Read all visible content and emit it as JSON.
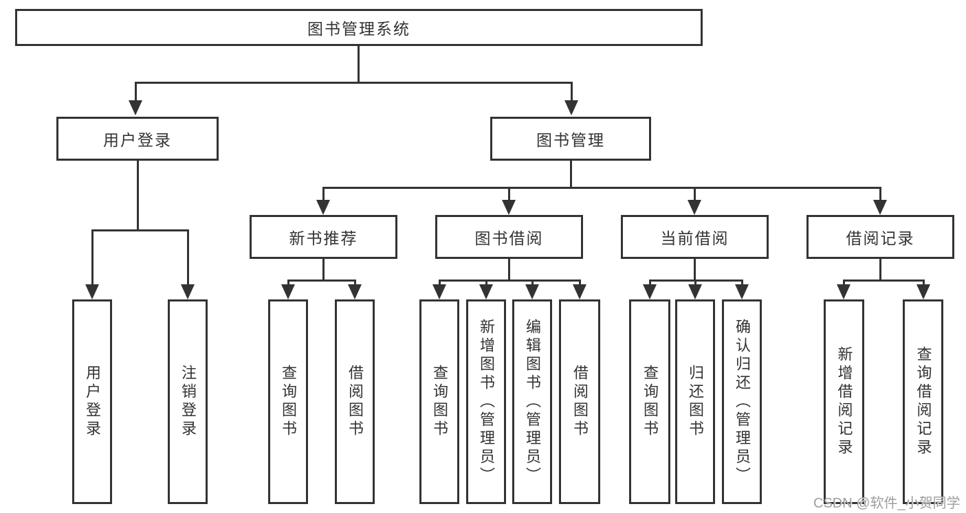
{
  "diagram_title": "图书管理系统",
  "nodes": {
    "root": "图书管理系统",
    "level2": [
      "用户登录",
      "图书管理"
    ],
    "level3": [
      "新书推荐",
      "图书借阅",
      "当前借阅",
      "借阅记录"
    ],
    "leaves_user_login": [
      "用户登录",
      "注销登录"
    ],
    "leaves_new_book": [
      "查询图书",
      "借阅图书"
    ],
    "leaves_book_borrow": [
      "查询图书",
      "新增图书（管理员）",
      "编辑图书（管理员）",
      "借阅图书"
    ],
    "leaves_current_borrow": [
      "查询图书",
      "归还图书",
      "确认归还（管理员）"
    ],
    "leaves_borrow_records": [
      "新增借阅记录",
      "查询借阅记录"
    ]
  },
  "colors": {
    "line": "#333333",
    "text": "#333333",
    "background": "#ffffff",
    "watermark": "#9e9e9e"
  },
  "watermark": "CSDN @软件_小贺同学"
}
